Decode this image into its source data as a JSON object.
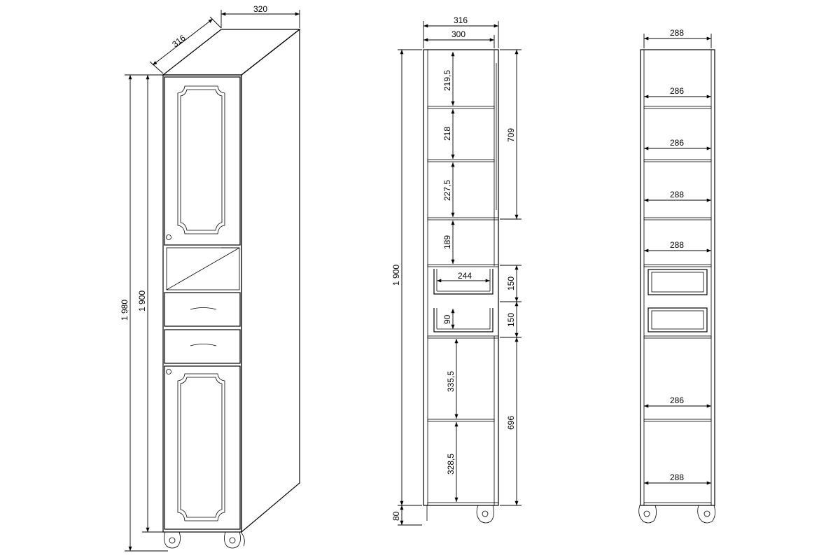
{
  "iso": {
    "width": "320",
    "depth": "316",
    "height_total": "1 980",
    "height_body": "1 900"
  },
  "side": {
    "depth_outer": "316",
    "depth_inner": "300",
    "height_total": "1 900",
    "leg": "80",
    "upper_section": "709",
    "lower_section": "696",
    "drawer_1": "150",
    "drawer_2": "150",
    "shelf_1": "219,5",
    "shelf_2": "218",
    "shelf_3": "227,5",
    "shelf_4": "189",
    "drawer_width": "244",
    "drawer_inner_h": "90",
    "shelf_5": "335,5",
    "shelf_6": "328,5"
  },
  "front": {
    "top_width": "288",
    "shelf_1": "286",
    "shelf_2": "286",
    "shelf_3": "288",
    "shelf_4": "288",
    "shelf_5": "286",
    "shelf_6": "288"
  }
}
